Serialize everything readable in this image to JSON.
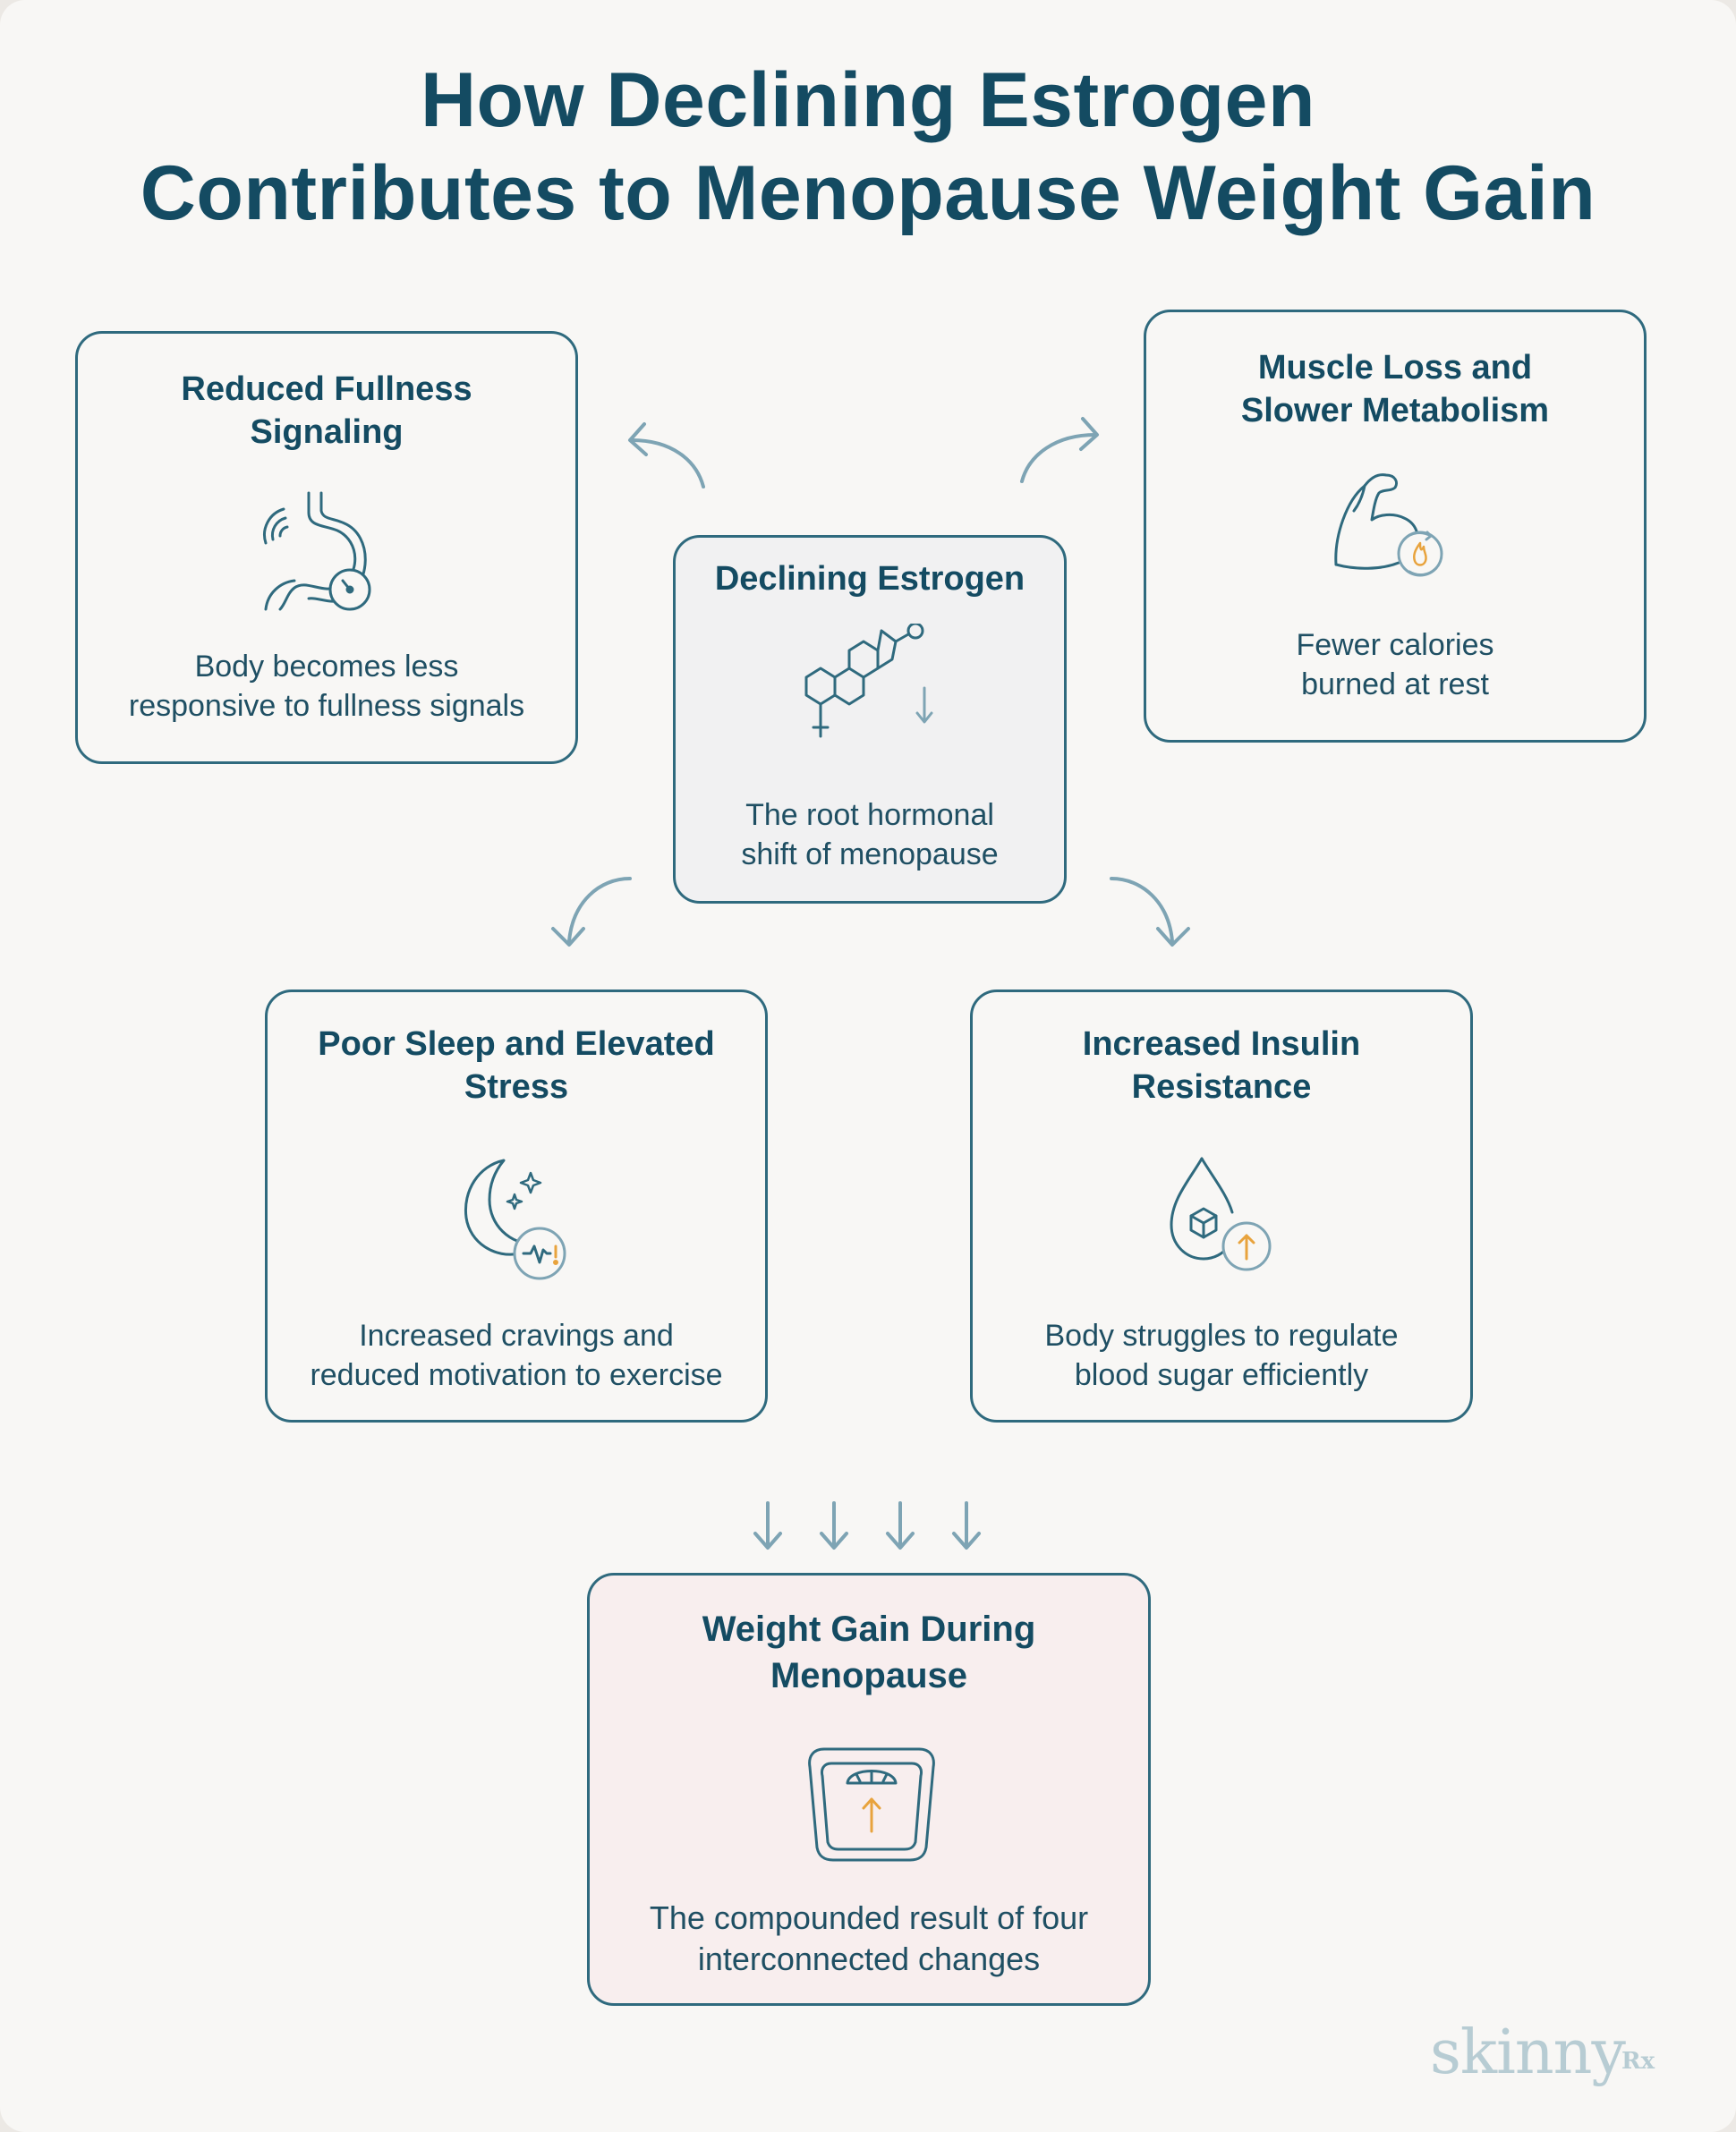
{
  "header": {
    "title_line1": "How Declining Estrogen",
    "title_line2": "Contributes to Menopause Weight Gain"
  },
  "cards": {
    "reduced_fullness": {
      "title_line1": "Reduced Fullness",
      "title_line2": "Signaling",
      "desc_line1": "Body becomes less",
      "desc_line2": "responsive to fullness signals",
      "icon": "stomach-gauge-icon"
    },
    "muscle_loss": {
      "title_line1": "Muscle Loss and",
      "title_line2": "Slower Metabolism",
      "desc_line1": "Fewer calories",
      "desc_line2": "burned at rest",
      "icon": "flexed-arm-flame-icon"
    },
    "declining_estrogen": {
      "title_line1": "Declining Estrogen",
      "desc_line1": "The root hormonal",
      "desc_line2": "shift of menopause",
      "icon": "estrogen-molecule-icon"
    },
    "poor_sleep": {
      "title_line1": "Poor Sleep and Elevated",
      "title_line2": "Stress",
      "desc_line1": "Increased cravings and",
      "desc_line2": "reduced motivation to exercise",
      "icon": "moon-stress-icon"
    },
    "insulin_resistance": {
      "title_line1": "Increased Insulin",
      "title_line2": "Resistance",
      "desc_line1": "Body struggles to regulate",
      "desc_line2": "blood sugar efficiently",
      "icon": "blood-drop-sugar-icon"
    },
    "weight_gain": {
      "title_line1": "Weight Gain During",
      "title_line2": "Menopause",
      "desc_line1": "The compounded result of four",
      "desc_line2": "interconnected changes",
      "icon": "scale-up-icon"
    }
  },
  "brand": {
    "name": "skinny",
    "suffix": "Rx"
  },
  "colors": {
    "title": "#144b62",
    "border": "#2f6a7e",
    "arrow": "#7ea4b4",
    "accent_orange": "#e8a33d",
    "background": "#f8f7f5",
    "center_card": "#f1f1f2",
    "result_card": "#f8eeee"
  }
}
